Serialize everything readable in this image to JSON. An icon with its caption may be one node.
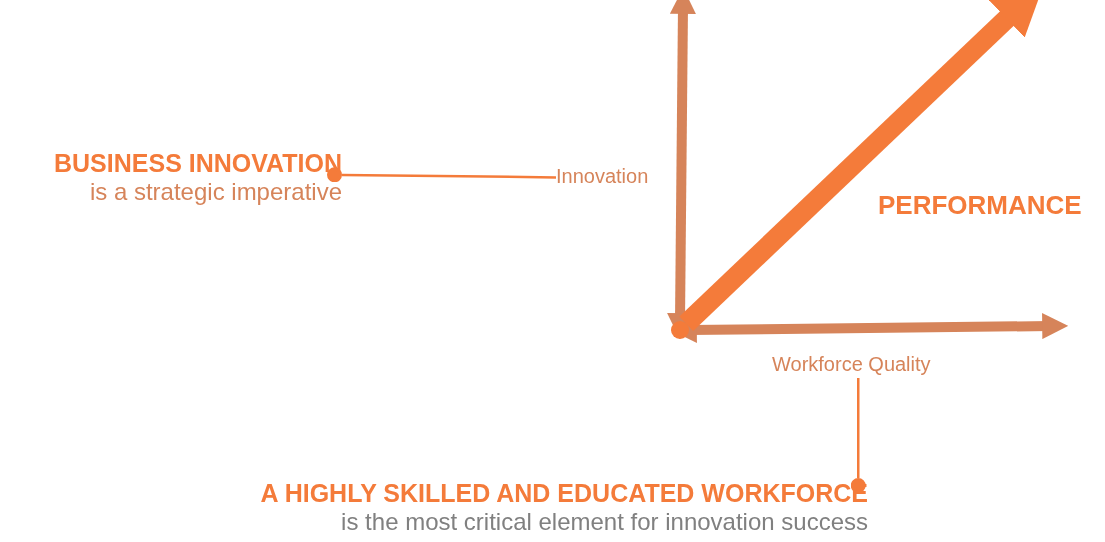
{
  "diagram": {
    "nodes": [
      {
        "text": [
          "Innovation"
        ]
      },
      {
        "text": [
          "Workforce Quality"
        ]
      },
      {
        "text": [
          "PERFORMANCE"
        ]
      },
      {
        "text": [
          "BUSINESS INNOVATION",
          "is a strategic imperative"
        ]
      },
      {
        "text": [
          "A HIGHLY SKILLED AND EDUCATED WORKFORCE",
          "is the most critical element for innovation success"
        ]
      },
      {
        "text": [],
        "shape": "circle"
      }
    ],
    "edges": [
      {
        "from": 3,
        "to": 0,
        "arrow": "other"
      },
      {
        "from": 4,
        "to": 1,
        "arrow": "other"
      },
      {
        "from": 5,
        "to": null,
        "arrow": "both",
        "color": "#d6845a"
      },
      {
        "from": 5,
        "to": null,
        "arrow": "both",
        "color": "#d6845a"
      },
      {
        "from": 5,
        "to": null,
        "arrow": "to",
        "style": "thick"
      }
    ]
  }
}
